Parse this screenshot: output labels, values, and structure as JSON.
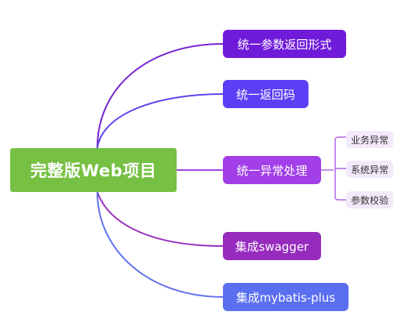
{
  "root": {
    "label": "完整版Web项目",
    "color": "#76c043"
  },
  "branches": [
    {
      "label": "统一参数返回形式",
      "color": "#6f1bd9",
      "line": "#7a22d0"
    },
    {
      "label": "统一返回码",
      "color": "#5b3ff4",
      "line": "#5a45ef"
    },
    {
      "label": "统一异常处理",
      "color": "#a23fe8",
      "line": "#a646e3"
    },
    {
      "label": "集成swagger",
      "color": "#962bbd",
      "line": "#9a2fbf"
    },
    {
      "label": "集成mybatis-plus",
      "color": "#5a6ff0",
      "line": "#6272ee"
    }
  ],
  "leaves": [
    {
      "label": "业务异常",
      "bg": "#f3e9fb",
      "line": "#b067e0"
    },
    {
      "label": "系统异常",
      "bg": "#f3e9fb",
      "line": "#b067e0"
    },
    {
      "label": "参数校验",
      "bg": "#f3e9fb",
      "line": "#b067e0"
    }
  ]
}
